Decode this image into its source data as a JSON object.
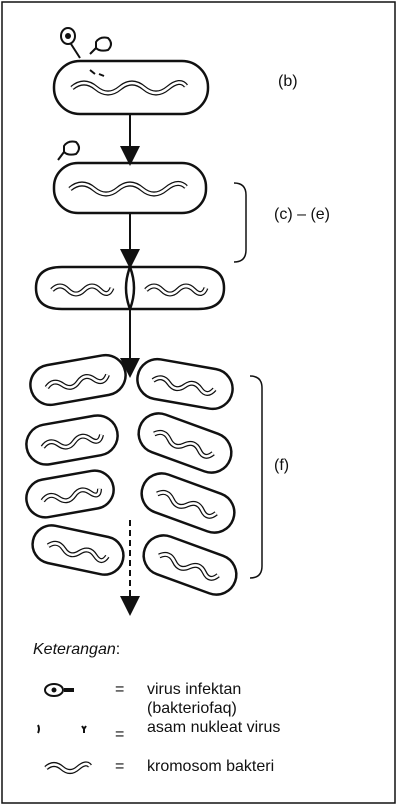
{
  "labels": {
    "stage_b": "(b)",
    "stage_c_e": "(c) – (e)",
    "stage_f": "(f)"
  },
  "legend": {
    "title": "Keterangan",
    "title_colon": ":",
    "items": [
      {
        "icon": "virus-icon",
        "eq": "=",
        "text_line1": "virus infektan",
        "text_line2": "(bakteriofaq)"
      },
      {
        "icon": "viral-nucleic-acid-icon",
        "eq": "=",
        "text_line1": "asam nukleat virus"
      },
      {
        "icon": "bacterial-chromosome-icon",
        "eq": "=",
        "text_line1": "kromosom bakteri"
      }
    ]
  },
  "colors": {
    "stroke": "#111111",
    "background": "#ffffff"
  }
}
